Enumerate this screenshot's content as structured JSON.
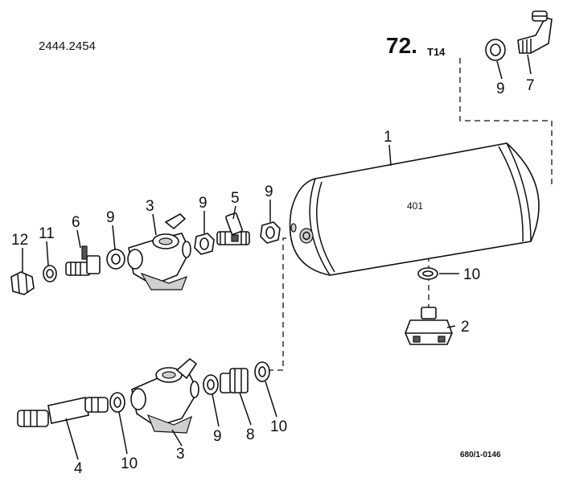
{
  "header": {
    "model_numbers": "2444.2454",
    "page_number": "72.",
    "page_suffix": "T14"
  },
  "footer": {
    "drawing_number": "680/1-0146"
  },
  "tank_marking": "401",
  "callouts": {
    "c1": "1",
    "c2": "2",
    "c3_upper": "3",
    "c3_lower": "3",
    "c4": "4",
    "c5": "5",
    "c6": "6",
    "c7": "7",
    "c8": "8",
    "c9_top": "9",
    "c9_a": "9",
    "c9_b": "9",
    "c9_c": "9",
    "c9_lower": "9",
    "c10_right": "10",
    "c10_lower_left": "10",
    "c10_lower_right": "10",
    "c11": "11",
    "c12": "12"
  }
}
